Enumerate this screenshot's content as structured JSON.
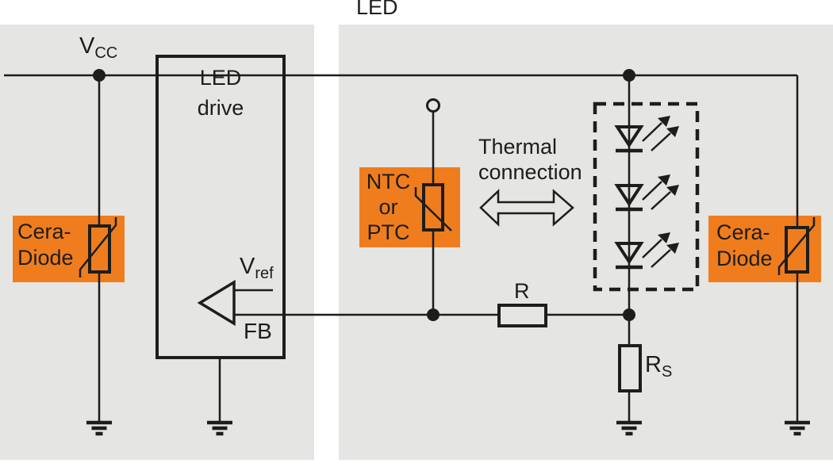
{
  "title": "LED",
  "colors": {
    "background": "#ffffff",
    "panel": "#e5e5e3",
    "accent_orange": "#ef7d1e",
    "line": "#1d1d1b"
  },
  "left_panel": {
    "vcc_label": {
      "main": "V",
      "sub": "CC"
    },
    "cera_diode": {
      "line1": "Cera-",
      "line2": "Diode"
    },
    "led_drive": {
      "line1": "LED",
      "line2": "drive",
      "vref_label": {
        "main": "V",
        "sub": "ref"
      },
      "fb_label": "FB"
    }
  },
  "right_panel": {
    "ntc_ptc": {
      "line1": "NTC",
      "line2": "or",
      "line3": "PTC"
    },
    "thermal_connection": {
      "line1": "Thermal",
      "line2": "connection"
    },
    "resistor_r_label": "R",
    "resistor_rs_label": {
      "main": "R",
      "sub": "S"
    },
    "cera_diode": {
      "line1": "Cera-",
      "line2": "Diode"
    },
    "led_count": 3
  }
}
